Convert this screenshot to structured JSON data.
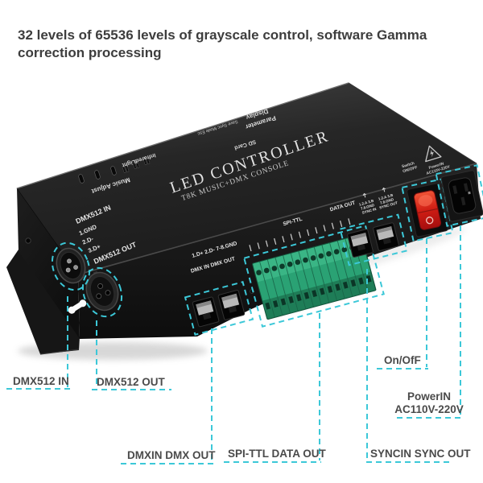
{
  "heading": {
    "text": "32 levels of 65536 levels of grayscale control, software Gamma correction processing"
  },
  "colors": {
    "accent": "#3cc8d8",
    "heading_text": "#3d3d3d",
    "label_text": "#4a4a4a",
    "terminal_green": "#2aa274",
    "switch_red": "#d42b1e",
    "device_body": "#222222"
  },
  "device": {
    "title": "LED CONTROLLER",
    "subtitle": "T8K MUSIC+DMX CONSOLE",
    "top": {
      "music_adjust": "Music Adjust",
      "infrared": "InfraredLight",
      "keys": "Save  Sync  Mode  Esc",
      "sd_card": "SD Card",
      "parameter": "Parameter",
      "display": "Display",
      "switch_l1": "Switch",
      "switch_l2": "ON/OFF",
      "power_l1": "PowerIN",
      "power_l2": "AC110V-220V"
    },
    "front": {
      "pins": "1.D+ 2.D- 7-8.GND",
      "dmx": "DMX IN   DMX OUT",
      "spi": "SPI-TTL",
      "data_out": "DATA OUT",
      "sync_in_l1": "1.2.A 3.B",
      "sync_in_l2": "7.8.GND",
      "sync_in_l3": "SYNC IN",
      "sync_out_l1": "1.2.A 3.B",
      "sync_out_l2": "7.8.GND",
      "sync_out_l3": "SYNC OUT"
    },
    "left": {
      "l1": "DMX512 IN",
      "l2": "1.GND",
      "l3": "2.D-",
      "l4": "3.D+",
      "l5": "DMX512 OUT"
    }
  },
  "callouts": {
    "dmx512_in": "DMX512 IN",
    "dmx512_out": "DMX512 OUT",
    "dmxin_dmx_out": "DMXIN  DMX OUT",
    "spi_ttl_data_out": "SPI-TTL   DATA OUT",
    "syncin_sync_out": "SYNCIN  SYNC OUT",
    "on_off": "On/OfF",
    "power_l1": "PowerIN",
    "power_l2": "AC110V-220V"
  }
}
